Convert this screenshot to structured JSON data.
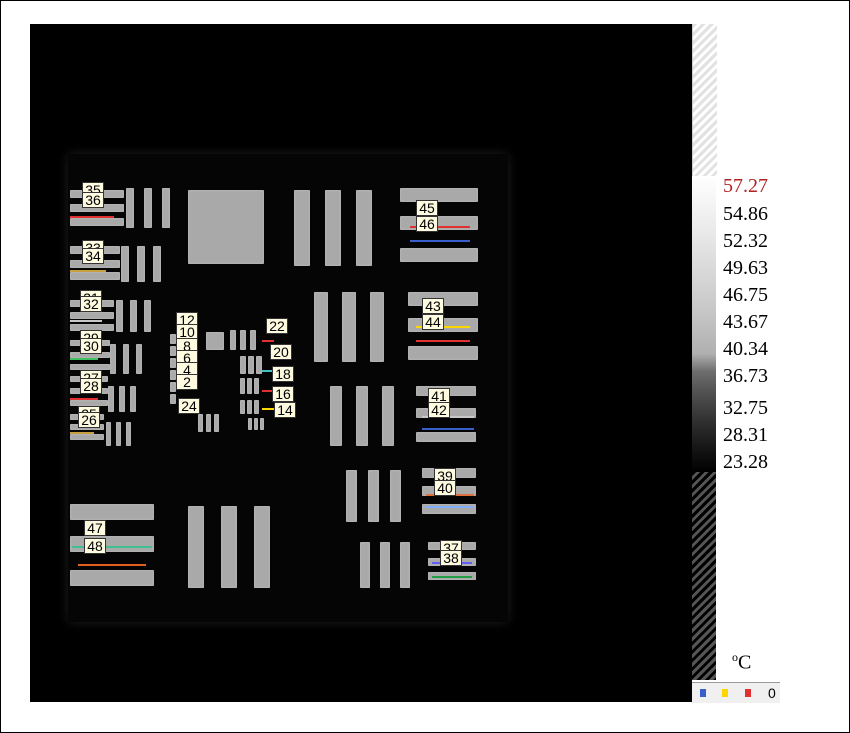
{
  "color_scale": {
    "max_color": "#b22222",
    "labels": [
      "57.27",
      "54.86",
      "52.32",
      "49.63",
      "46.75",
      "43.67",
      "40.34",
      "36.73",
      "32.75",
      "28.31",
      "23.28"
    ],
    "unit_symbol": "o",
    "unit_letter": "C"
  },
  "legend": {
    "zero": "0",
    "colors": [
      "#3a5fcd",
      "#ffd700",
      "#e03030"
    ]
  },
  "measurement_labels": [
    "35",
    "36",
    "33",
    "34",
    "31",
    "32",
    "29",
    "30",
    "27",
    "28",
    "25",
    "26",
    "12",
    "10",
    "8",
    "6",
    "4",
    "2",
    "24",
    "22",
    "20",
    "18",
    "16",
    "14",
    "45",
    "46",
    "43",
    "44",
    "41",
    "42",
    "39",
    "40",
    "37",
    "38",
    "47",
    "48"
  ]
}
